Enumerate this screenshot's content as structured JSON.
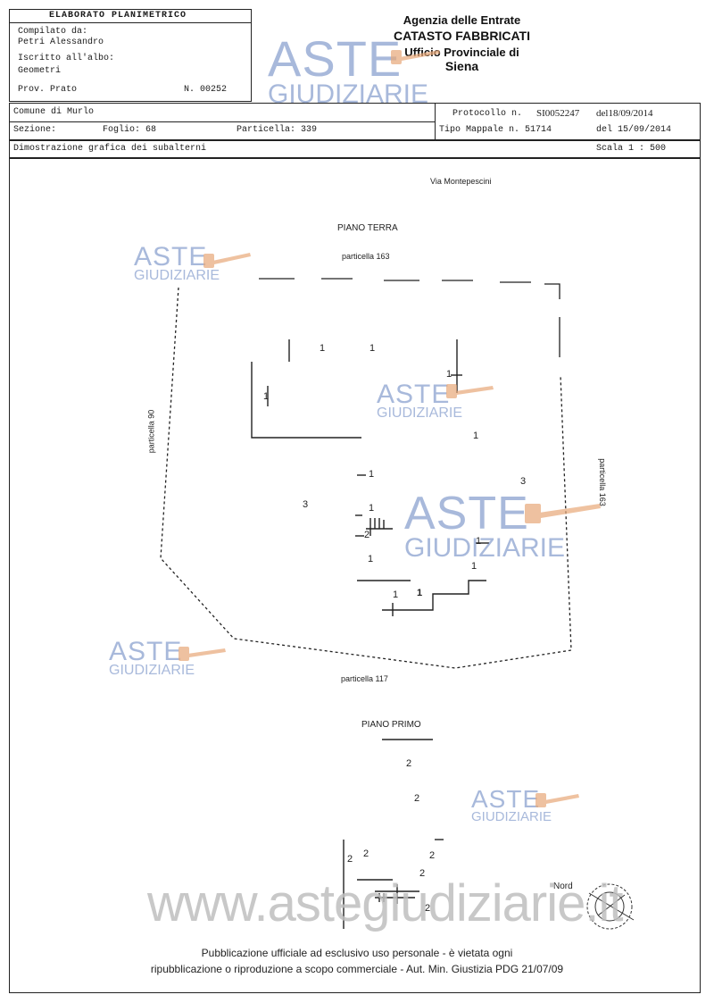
{
  "header": {
    "title": "ELABORATO PLANIMETRICO",
    "compilato_label": "Compilato da:",
    "compilato_name": "Petri Alessandro",
    "iscritto_label": "Iscritto all'albo:",
    "iscritto_value": "Geometri",
    "prov_label": "Prov. Prato",
    "n_value": "N. 00252"
  },
  "agency": {
    "line1": "Agenzia delle Entrate",
    "line2": "CATASTO FABBRICATI",
    "line3": "Ufficio Provinciale di",
    "line4": "Siena"
  },
  "info": {
    "comune": "Comune di Murlo",
    "sezione_label": "Sezione:",
    "foglio": "Foglio: 68",
    "particella": "Particella: 339",
    "protocollo_label": "Protocollo n.",
    "protocollo_value": "SI0052247",
    "protocollo_date": "del18/09/2014",
    "tipo_mappale": "Tipo Mappale n. 51714",
    "tipo_date": "del 15/09/2014",
    "dimostrazione": "Dimostrazione grafica dei subalterni",
    "scala": "Scala 1 : 500"
  },
  "plan": {
    "street": "Via Montepescini",
    "piano_terra": "PIANO TERRA",
    "particella_top": "particella 163",
    "particella_left": "particella 90",
    "particella_right": "particella 163",
    "particella_bottom": "particella 117",
    "piano_primo": "PIANO PRIMO",
    "nord": "Nord"
  },
  "watermark": {
    "aste": "ASTE",
    "giudiziarie": "GIUDIZIARIE",
    "site": "www.astegiudiziarie.it"
  },
  "footer": {
    "line1": "Pubblicazione ufficiale ad esclusivo uso personale - è vietata ogni",
    "line2": "ripubblicazione o riproduzione a scopo commerciale - Aut. Min. Giustizia PDG 21/07/09"
  },
  "colors": {
    "watermark_blue": "#6080be",
    "gavel_orange": "#e8a878",
    "ink": "#222222"
  }
}
